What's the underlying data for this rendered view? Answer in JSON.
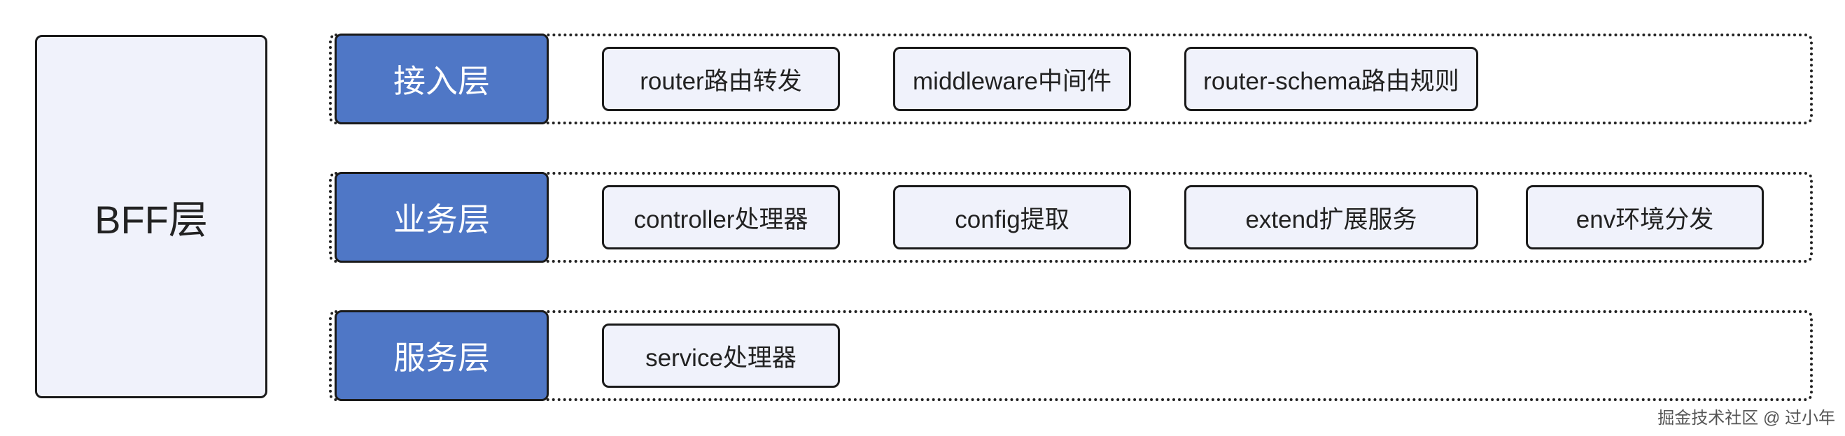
{
  "bff_label": "BFF层",
  "layers": [
    {
      "label": "接入层",
      "items": [
        "router路由转发",
        "middleware中间件",
        "router-schema路由规则"
      ]
    },
    {
      "label": "业务层",
      "items": [
        "controller处理器",
        "config提取",
        "extend扩展服务",
        "env环境分发"
      ]
    },
    {
      "label": "服务层",
      "items": [
        "service处理器"
      ]
    }
  ],
  "footer": "掘金技术社区 @ 过小年"
}
